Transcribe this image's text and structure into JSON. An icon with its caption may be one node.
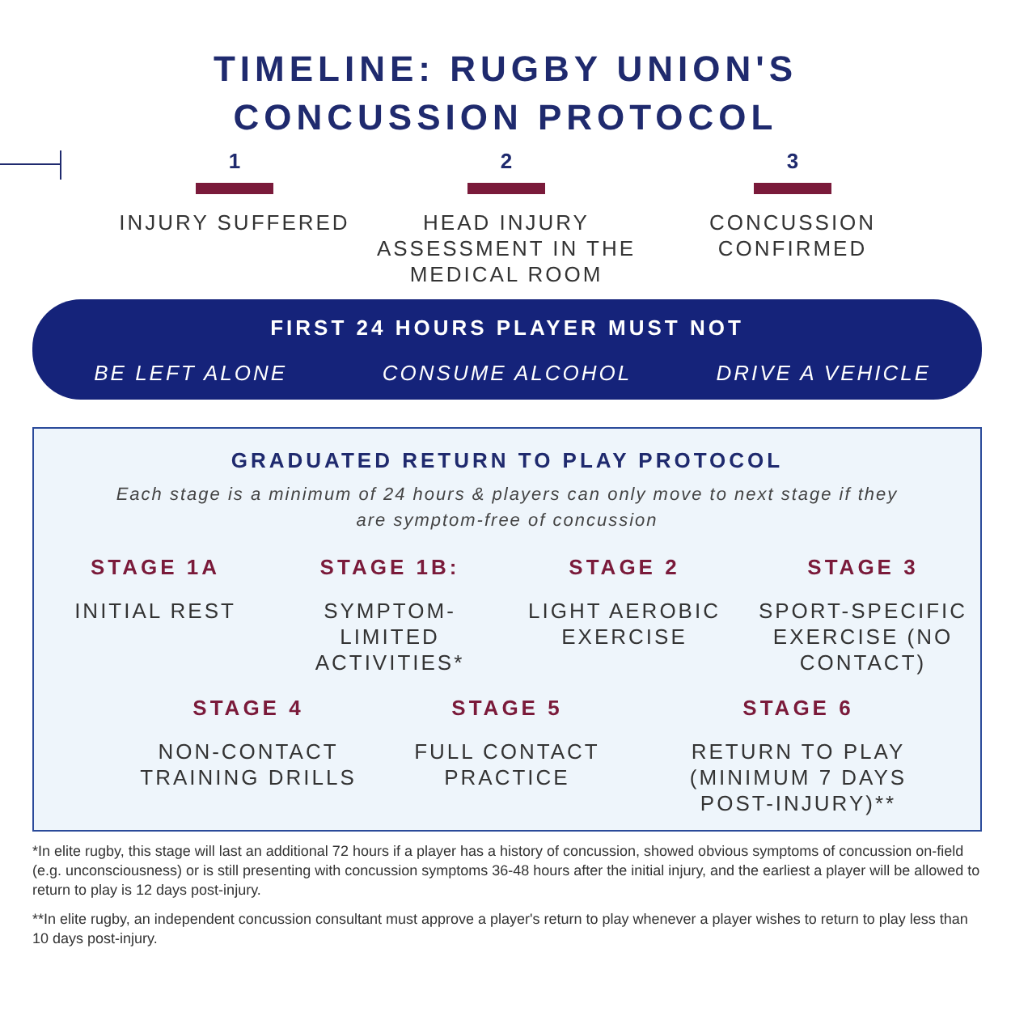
{
  "diagram": {
    "title": "TIMELINE: RUGBY UNION'S CONCUSSION PROTOCOL",
    "nodes": [
      {
        "text": [
          "1",
          "INJURY SUFFERED"
        ]
      },
      {
        "text": [
          "2",
          "HEAD INJURY ASSESSMENT IN THE MEDICAL ROOM"
        ]
      },
      {
        "text": [
          "3",
          "CONCUSSION CONFIRMED"
        ]
      },
      {
        "text": [
          "FIRST 24 HOURS PLAYER MUST NOT",
          "BE LEFT ALONE",
          "CONSUME ALCOHOL",
          "DRIVE A VEHICLE"
        ]
      },
      {
        "text": [
          "GRADUATED RETURN TO PLAY PROTOCOL",
          "Each stage is a minimum of 24 hours & players can only move to next stage if they are symptom-free of concussion"
        ]
      },
      {
        "text": [
          "STAGE 1A",
          "INITIAL REST"
        ],
        "in": 4
      },
      {
        "text": [
          "STAGE 1B:",
          "SYMPTOM-LIMITED ACTIVITIES*"
        ],
        "in": 4
      },
      {
        "text": [
          "STAGE 2",
          "LIGHT AEROBIC EXERCISE"
        ],
        "in": 4
      },
      {
        "text": [
          "STAGE 3",
          "SPORT-SPECIFIC EXERCISE (NO CONTACT)"
        ],
        "in": 4
      },
      {
        "text": [
          "STAGE 4",
          "NON-CONTACT TRAINING DRILLS"
        ],
        "in": 4
      },
      {
        "text": [
          "STAGE 5",
          "FULL CONTACT PRACTICE"
        ],
        "in": 4
      },
      {
        "text": [
          "STAGE 6",
          "RETURN TO PLAY (MINIMUM 7 DAYS POST-INJURY)**"
        ],
        "in": 4
      }
    ],
    "edges": [],
    "labels": [
      "*In elite rugby, this stage will last an additional 72 hours if a player has a history of concussion, showed obvious symptoms of concussion on-field (e.g. unconsciousness) or is still presenting with concussion symptoms 36-48 hours after the initial injury, and the earliest a player will be allowed to return to play is 12 days post-injury.",
      "**In elite rugby, an independent concussion consultant must approve a player's return to play whenever a player wishes to return to play less than 10 days post-injury."
    ]
  }
}
